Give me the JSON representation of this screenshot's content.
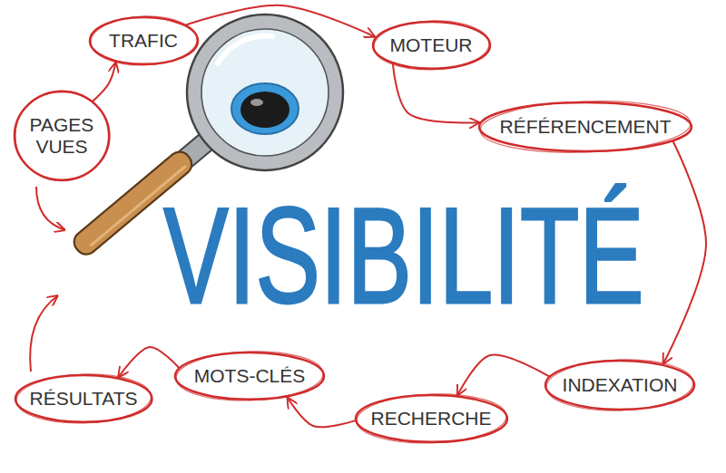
{
  "diagram": {
    "nodes": [
      {
        "text": [
          "TRAFIC"
        ]
      },
      {
        "text": [
          "MOTEUR"
        ]
      },
      {
        "text": [
          "PAGES VUES"
        ]
      },
      {
        "text": [
          "RÉFÉRENCEMENT"
        ]
      },
      {
        "text": [
          "MOTS-CLÉS"
        ]
      },
      {
        "text": [
          "INDEXATION"
        ]
      },
      {
        "text": [
          "RÉSULTATS"
        ]
      },
      {
        "text": [
          "RECHERCHE"
        ]
      }
    ],
    "edges": [
      {
        "from": 2,
        "to": 0,
        "arrow": "to"
      },
      {
        "from": 0,
        "to": 1,
        "arrow": "to"
      },
      {
        "from": 1,
        "to": 3,
        "arrow": "to"
      },
      {
        "from": 3,
        "to": 5,
        "arrow": "to"
      },
      {
        "from": 5,
        "to": 7,
        "arrow": "to"
      },
      {
        "from": 7,
        "to": 4,
        "arrow": "to"
      },
      {
        "from": 4,
        "to": 6,
        "arrow": "to"
      }
    ],
    "labels": [
      "VISIBILITÉ"
    ]
  }
}
